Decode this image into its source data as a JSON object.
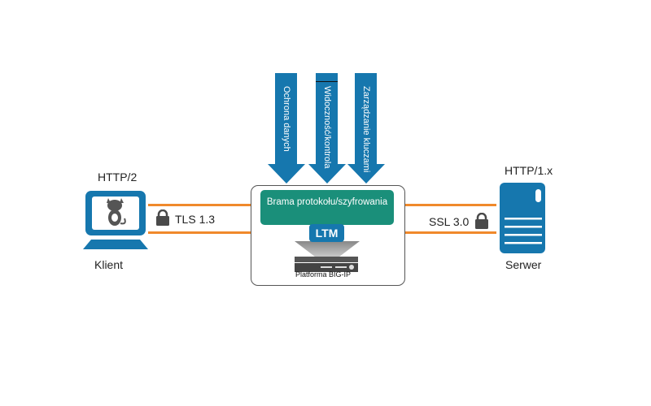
{
  "client": {
    "protocol": "HTTP/2",
    "label": "Klient",
    "icon": "laptop-with-cat-icon",
    "tls_label": "TLS 1.3"
  },
  "server": {
    "protocol": "HTTP/1.x",
    "label": "Serwer",
    "icon": "server-icon",
    "ssl_label": "SSL 3.0"
  },
  "arrows": [
    {
      "label": "Ochrona danych"
    },
    {
      "label": "Widoczność/kontrola"
    },
    {
      "label": "Zarządzanie kluczami"
    }
  ],
  "platform": {
    "gateway_label": "Brama protokołu/szyfrowania",
    "module_label": "LTM",
    "platform_label": "Platforma BIG-IP"
  },
  "colors": {
    "blue": "#1677ae",
    "green": "#1a8f7a",
    "orange": "#f0892b",
    "lock": "#4a4a4a"
  }
}
